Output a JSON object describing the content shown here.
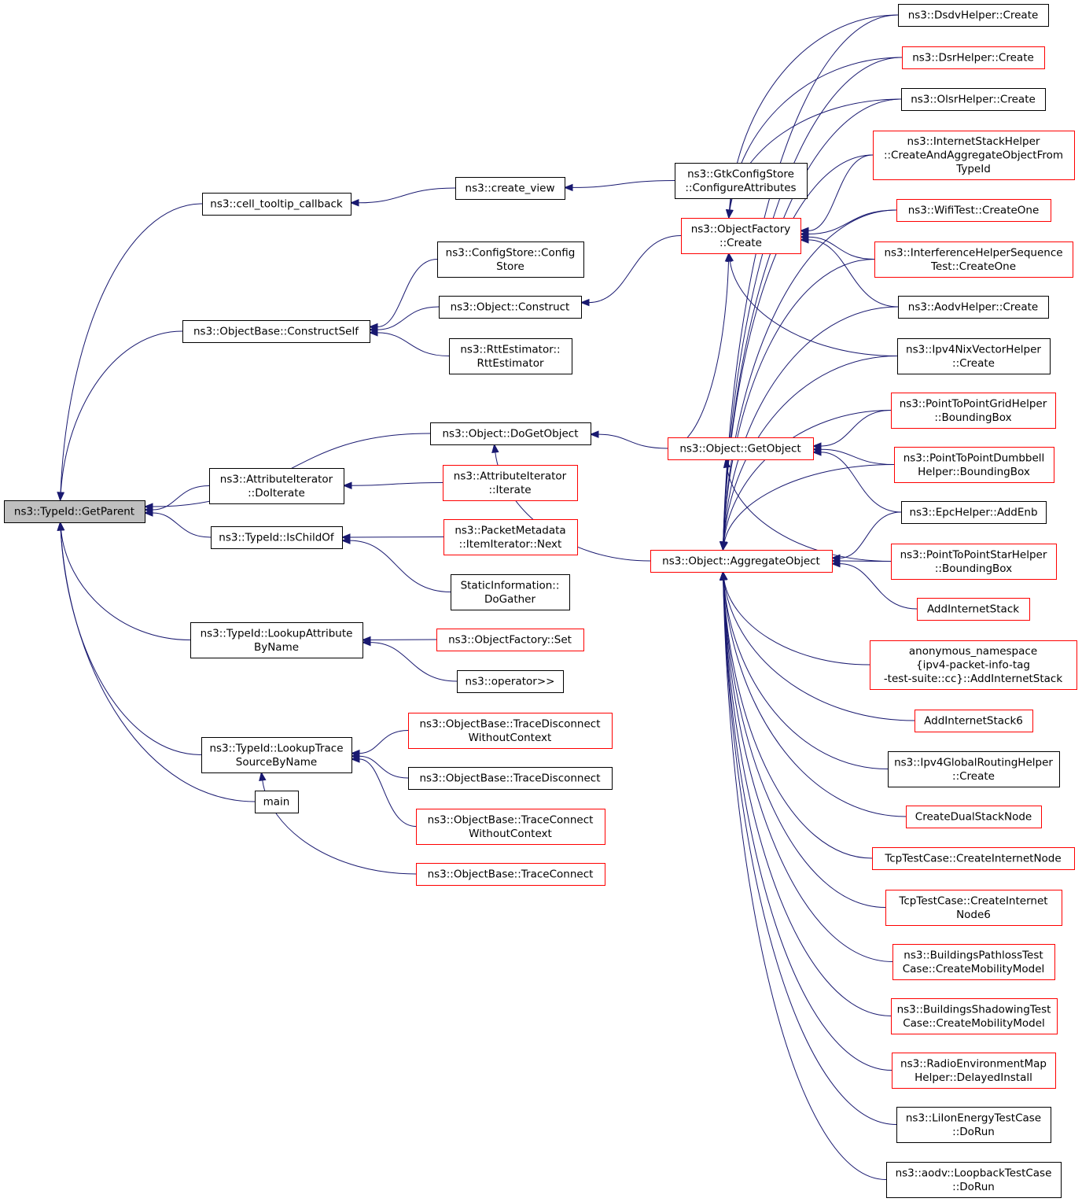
{
  "colors": {
    "edge": "#191970",
    "border_normal": "#000000",
    "border_truncated": "#ff0000",
    "root_fill": "#bfbfbf",
    "node_fill": "#ffffff"
  },
  "nodes": [
    {
      "id": "n_getparent",
      "lines": [
        "ns3::TypeId::GetParent"
      ],
      "style": "root"
    },
    {
      "id": "n_celltooltip",
      "lines": [
        "ns3::cell_tooltip_callback"
      ],
      "style": "normal"
    },
    {
      "id": "n_createview",
      "lines": [
        "ns3::create_view"
      ],
      "style": "normal"
    },
    {
      "id": "n_gtkconfig",
      "lines": [
        "ns3::GtkConfigStore",
        "::ConfigureAttributes"
      ],
      "style": "normal"
    },
    {
      "id": "n_constructself",
      "lines": [
        "ns3::ObjectBase::ConstructSelf"
      ],
      "style": "normal"
    },
    {
      "id": "n_configstore",
      "lines": [
        "ns3::ConfigStore::Config",
        "Store"
      ],
      "style": "normal"
    },
    {
      "id": "n_construct",
      "lines": [
        "ns3::Object::Construct"
      ],
      "style": "normal"
    },
    {
      "id": "n_rttest",
      "lines": [
        "ns3::RttEstimator::",
        "RttEstimator"
      ],
      "style": "normal"
    },
    {
      "id": "n_objfactorycreate",
      "lines": [
        "ns3::ObjectFactory",
        "::Create"
      ],
      "style": "truncated"
    },
    {
      "id": "n_dogetobject",
      "lines": [
        "ns3::Object::DoGetObject"
      ],
      "style": "normal"
    },
    {
      "id": "n_getobject",
      "lines": [
        "ns3::Object::GetObject"
      ],
      "style": "truncated"
    },
    {
      "id": "n_attriter",
      "lines": [
        "ns3::AttributeIterator",
        "::DoIterate"
      ],
      "style": "normal"
    },
    {
      "id": "n_attriteriterate",
      "lines": [
        "ns3::AttributeIterator",
        "::Iterate"
      ],
      "style": "truncated"
    },
    {
      "id": "n_ischildof",
      "lines": [
        "ns3::TypeId::IsChildOf"
      ],
      "style": "normal"
    },
    {
      "id": "n_packetmeta",
      "lines": [
        "ns3::PacketMetadata",
        "::ItemIterator::Next"
      ],
      "style": "truncated"
    },
    {
      "id": "n_staticinfo",
      "lines": [
        "StaticInformation::",
        "DoGather"
      ],
      "style": "normal"
    },
    {
      "id": "n_aggregate",
      "lines": [
        "ns3::Object::AggregateObject"
      ],
      "style": "truncated"
    },
    {
      "id": "n_lookupattr",
      "lines": [
        "ns3::TypeId::LookupAttribute",
        "ByName"
      ],
      "style": "normal"
    },
    {
      "id": "n_objfactoryset",
      "lines": [
        "ns3::ObjectFactory::Set"
      ],
      "style": "truncated"
    },
    {
      "id": "n_operator",
      "lines": [
        "ns3::operator>>"
      ],
      "style": "normal"
    },
    {
      "id": "n_lookuptrace",
      "lines": [
        "ns3::TypeId::LookupTrace",
        "SourceByName"
      ],
      "style": "normal"
    },
    {
      "id": "n_tracediscwoctx",
      "lines": [
        "ns3::ObjectBase::TraceDisconnect",
        "WithoutContext"
      ],
      "style": "truncated"
    },
    {
      "id": "n_tracedisc",
      "lines": [
        "ns3::ObjectBase::TraceDisconnect"
      ],
      "style": "normal"
    },
    {
      "id": "n_traceconnwoctx",
      "lines": [
        "ns3::ObjectBase::TraceConnect",
        "WithoutContext"
      ],
      "style": "truncated"
    },
    {
      "id": "n_traceconn",
      "lines": [
        "ns3::ObjectBase::TraceConnect"
      ],
      "style": "truncated"
    },
    {
      "id": "n_main",
      "lines": [
        "main"
      ],
      "style": "normal"
    },
    {
      "id": "n_dsdv",
      "lines": [
        "ns3::DsdvHelper::Create"
      ],
      "style": "normal"
    },
    {
      "id": "n_dsr",
      "lines": [
        "ns3::DsrHelper::Create"
      ],
      "style": "truncated"
    },
    {
      "id": "n_olsr",
      "lines": [
        "ns3::OlsrHelper::Create"
      ],
      "style": "normal"
    },
    {
      "id": "n_inetstack",
      "lines": [
        "ns3::InternetStackHelper",
        "::CreateAndAggregateObjectFrom",
        "TypeId"
      ],
      "style": "truncated"
    },
    {
      "id": "n_wifitest",
      "lines": [
        "ns3::WifiTest::CreateOne"
      ],
      "style": "truncated"
    },
    {
      "id": "n_interference",
      "lines": [
        "ns3::InterferenceHelperSequence",
        "Test::CreateOne"
      ],
      "style": "truncated"
    },
    {
      "id": "n_aodv",
      "lines": [
        "ns3::AodvHelper::Create"
      ],
      "style": "normal"
    },
    {
      "id": "n_nixvector",
      "lines": [
        "ns3::Ipv4NixVectorHelper",
        "::Create"
      ],
      "style": "normal"
    },
    {
      "id": "n_p2pgrid",
      "lines": [
        "ns3::PointToPointGridHelper",
        "::BoundingBox"
      ],
      "style": "truncated"
    },
    {
      "id": "n_p2pdumbbell",
      "lines": [
        "ns3::PointToPointDumbbell",
        "Helper::BoundingBox"
      ],
      "style": "truncated"
    },
    {
      "id": "n_epc",
      "lines": [
        "ns3::EpcHelper::AddEnb"
      ],
      "style": "normal"
    },
    {
      "id": "n_p2pstar",
      "lines": [
        "ns3::PointToPointStarHelper",
        "::BoundingBox"
      ],
      "style": "truncated"
    },
    {
      "id": "n_addinet",
      "lines": [
        "AddInternetStack"
      ],
      "style": "truncated"
    },
    {
      "id": "n_anon",
      "lines": [
        "anonymous_namespace",
        "{ipv4-packet-info-tag",
        "-test-suite::cc}::AddInternetStack"
      ],
      "style": "truncated"
    },
    {
      "id": "n_addinet6",
      "lines": [
        "AddInternetStack6"
      ],
      "style": "truncated"
    },
    {
      "id": "n_globalrouting",
      "lines": [
        "ns3::Ipv4GlobalRoutingHelper",
        "::Create"
      ],
      "style": "normal"
    },
    {
      "id": "n_dualstack",
      "lines": [
        "CreateDualStackNode"
      ],
      "style": "truncated"
    },
    {
      "id": "n_tcpnode",
      "lines": [
        "TcpTestCase::CreateInternetNode"
      ],
      "style": "truncated"
    },
    {
      "id": "n_tcpnode6",
      "lines": [
        "TcpTestCase::CreateInternet",
        "Node6"
      ],
      "style": "truncated"
    },
    {
      "id": "n_bldpath",
      "lines": [
        "ns3::BuildingsPathlossTest",
        "Case::CreateMobilityModel"
      ],
      "style": "truncated"
    },
    {
      "id": "n_bldshadow",
      "lines": [
        "ns3::BuildingsShadowingTest",
        "Case::CreateMobilityModel"
      ],
      "style": "truncated"
    },
    {
      "id": "n_rem",
      "lines": [
        "ns3::RadioEnvironmentMap",
        "Helper::DelayedInstall"
      ],
      "style": "truncated"
    },
    {
      "id": "n_liion",
      "lines": [
        "ns3::LiIonEnergyTestCase",
        "::DoRun"
      ],
      "style": "normal"
    },
    {
      "id": "n_aodvloop",
      "lines": [
        "ns3::aodv::LoopbackTestCase",
        "::DoRun"
      ],
      "style": "normal"
    }
  ],
  "edges": [
    {
      "from": "n_celltooltip",
      "to": "n_getparent"
    },
    {
      "from": "n_constructself",
      "to": "n_getparent"
    },
    {
      "from": "n_dogetobject",
      "to": "n_getparent"
    },
    {
      "from": "n_attriter",
      "to": "n_getparent"
    },
    {
      "from": "n_ischildof",
      "to": "n_getparent"
    },
    {
      "from": "n_lookupattr",
      "to": "n_getparent"
    },
    {
      "from": "n_lookuptrace",
      "to": "n_getparent"
    },
    {
      "from": "n_main",
      "to": "n_getparent"
    },
    {
      "from": "n_createview",
      "to": "n_celltooltip"
    },
    {
      "from": "n_gtkconfig",
      "to": "n_createview"
    },
    {
      "from": "n_configstore",
      "to": "n_constructself"
    },
    {
      "from": "n_construct",
      "to": "n_constructself"
    },
    {
      "from": "n_rttest",
      "to": "n_constructself"
    },
    {
      "from": "n_objfactorycreate",
      "to": "n_construct"
    },
    {
      "from": "n_getobject",
      "to": "n_dogetobject"
    },
    {
      "from": "n_aggregate",
      "to": "n_dogetobject"
    },
    {
      "from": "n_attriteriterate",
      "to": "n_attriter"
    },
    {
      "from": "n_packetmeta",
      "to": "n_ischildof"
    },
    {
      "from": "n_staticinfo",
      "to": "n_ischildof"
    },
    {
      "from": "n_objfactoryset",
      "to": "n_lookupattr"
    },
    {
      "from": "n_operator",
      "to": "n_lookupattr"
    },
    {
      "from": "n_tracediscwoctx",
      "to": "n_lookuptrace"
    },
    {
      "from": "n_tracedisc",
      "to": "n_lookuptrace"
    },
    {
      "from": "n_traceconnwoctx",
      "to": "n_lookuptrace"
    },
    {
      "from": "n_traceconn",
      "to": "n_lookuptrace"
    },
    {
      "from": "n_getobject",
      "to": "n_objfactorycreate"
    },
    {
      "from": "n_dsdv",
      "to": "n_objfactorycreate"
    },
    {
      "from": "n_dsr",
      "to": "n_objfactorycreate"
    },
    {
      "from": "n_olsr",
      "to": "n_objfactorycreate"
    },
    {
      "from": "n_inetstack",
      "to": "n_objfactorycreate"
    },
    {
      "from": "n_wifitest",
      "to": "n_objfactorycreate"
    },
    {
      "from": "n_interference",
      "to": "n_objfactorycreate"
    },
    {
      "from": "n_aodv",
      "to": "n_objfactorycreate"
    },
    {
      "from": "n_nixvector",
      "to": "n_objfactorycreate"
    },
    {
      "from": "n_p2pgrid",
      "to": "n_getobject"
    },
    {
      "from": "n_p2pdumbbell",
      "to": "n_getobject"
    },
    {
      "from": "n_epc",
      "to": "n_getobject"
    },
    {
      "from": "n_p2pstar",
      "to": "n_getobject"
    },
    {
      "from": "n_dsdv",
      "to": "n_aggregate"
    },
    {
      "from": "n_dsr",
      "to": "n_aggregate"
    },
    {
      "from": "n_olsr",
      "to": "n_aggregate"
    },
    {
      "from": "n_inetstack",
      "to": "n_aggregate"
    },
    {
      "from": "n_wifitest",
      "to": "n_aggregate"
    },
    {
      "from": "n_interference",
      "to": "n_aggregate"
    },
    {
      "from": "n_aodv",
      "to": "n_aggregate"
    },
    {
      "from": "n_nixvector",
      "to": "n_aggregate"
    },
    {
      "from": "n_p2pgrid",
      "to": "n_aggregate"
    },
    {
      "from": "n_p2pdumbbell",
      "to": "n_aggregate"
    },
    {
      "from": "n_epc",
      "to": "n_aggregate"
    },
    {
      "from": "n_p2pstar",
      "to": "n_aggregate"
    },
    {
      "from": "n_addinet",
      "to": "n_aggregate"
    },
    {
      "from": "n_anon",
      "to": "n_aggregate"
    },
    {
      "from": "n_addinet6",
      "to": "n_aggregate"
    },
    {
      "from": "n_globalrouting",
      "to": "n_aggregate"
    },
    {
      "from": "n_dualstack",
      "to": "n_aggregate"
    },
    {
      "from": "n_tcpnode",
      "to": "n_aggregate"
    },
    {
      "from": "n_tcpnode6",
      "to": "n_aggregate"
    },
    {
      "from": "n_bldpath",
      "to": "n_aggregate"
    },
    {
      "from": "n_bldshadow",
      "to": "n_aggregate"
    },
    {
      "from": "n_rem",
      "to": "n_aggregate"
    },
    {
      "from": "n_liion",
      "to": "n_aggregate"
    },
    {
      "from": "n_aodvloop",
      "to": "n_aggregate"
    }
  ]
}
